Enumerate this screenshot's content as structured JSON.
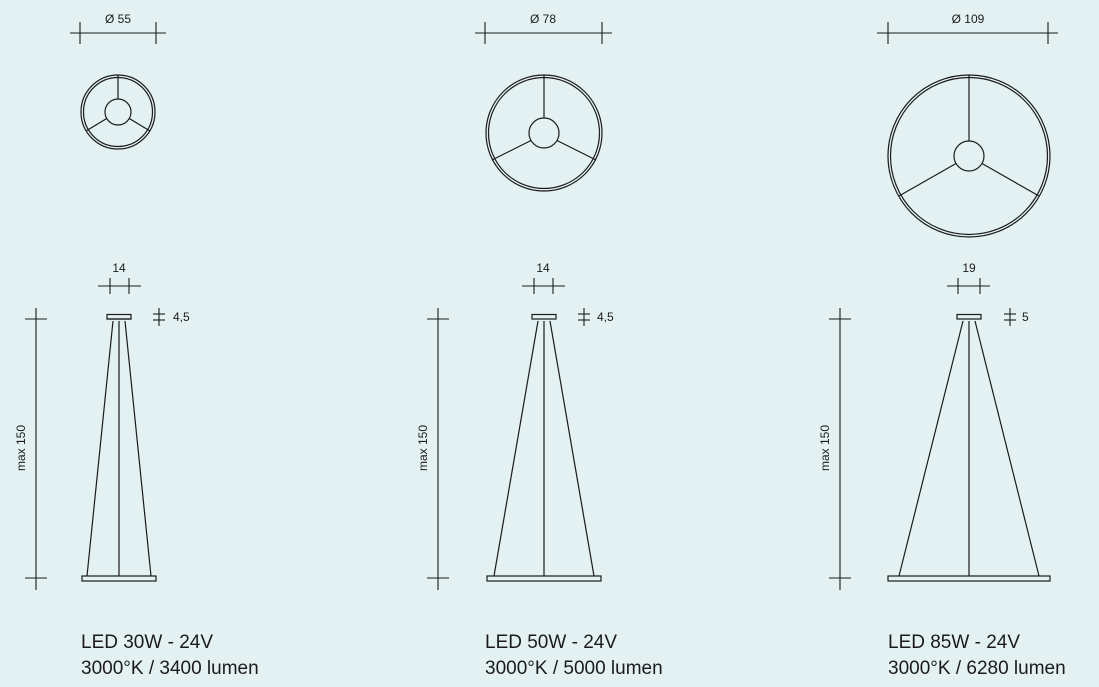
{
  "colors": {
    "background": "#e3f1f2",
    "line": "#1b1b1b"
  },
  "products": [
    {
      "top_diameter_label": "Ø 55",
      "canopy_width_label": "14",
      "canopy_height_label": "4,5",
      "max_height_label": "max 150",
      "power_label": "LED 30W - 24V",
      "spec_label": "3000°K / 3400 lumen"
    },
    {
      "top_diameter_label": "Ø 78",
      "canopy_width_label": "14",
      "canopy_height_label": "4,5",
      "max_height_label": "max 150",
      "power_label": "LED 50W - 24V",
      "spec_label": "3000°K / 5000 lumen"
    },
    {
      "top_diameter_label": "Ø 109",
      "canopy_width_label": "19",
      "canopy_height_label": "5",
      "max_height_label": "max 150",
      "power_label": "LED 85W - 24V",
      "spec_label": "3000°K / 6280 lumen"
    }
  ]
}
